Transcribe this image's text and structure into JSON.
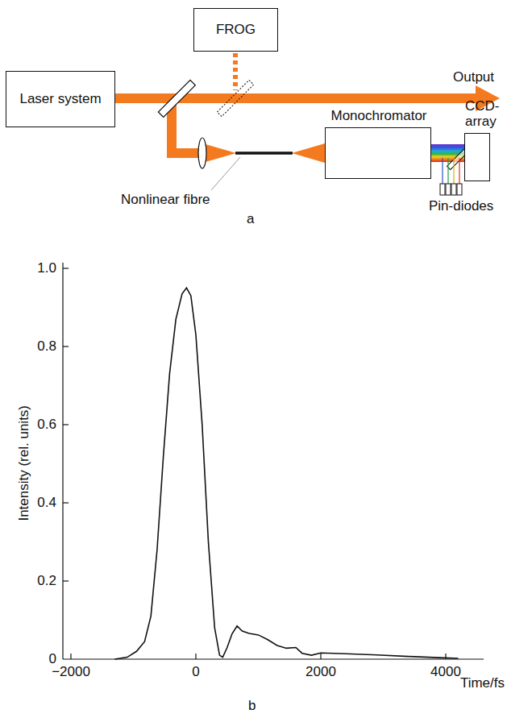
{
  "diagram": {
    "nodes": [
      {
        "text": [
          "Laser system"
        ]
      },
      {
        "text": [
          "FROG"
        ]
      },
      {
        "text": [
          "Monochromator"
        ]
      },
      {
        "text": [
          "CCD- array"
        ]
      }
    ],
    "edges": [
      {
        "from": 0,
        "to": 2,
        "arrow": "none"
      },
      {
        "from": 2,
        "to": 3,
        "arrow": "none"
      }
    ],
    "labels": [
      "Output",
      "Nonlinear fibre",
      "Pin-diodes",
      "a",
      "Intensity (rel. units)",
      "1.0",
      "0.8",
      "0.6",
      "0.4",
      "0.2",
      "0",
      "−2000",
      "0",
      "2000",
      "4000",
      "Time/fs",
      "b"
    ]
  }
}
